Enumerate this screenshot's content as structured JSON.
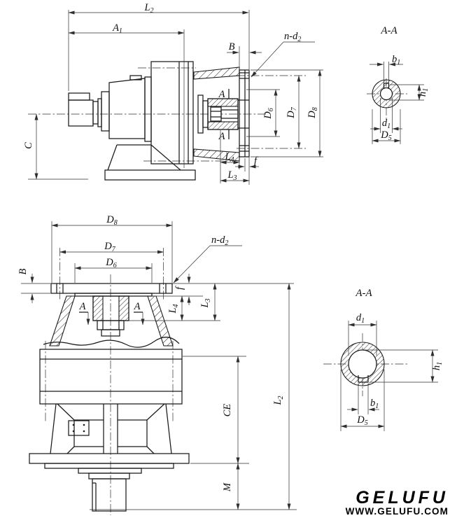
{
  "colors": {
    "background": "#ffffff",
    "line": "#1a1a1a",
    "dim_line": "#2e2e2e",
    "logo": "#000000"
  },
  "labels": {
    "L2": {
      "b": "L",
      "s": "2"
    },
    "A1": {
      "b": "A",
      "s": "1"
    },
    "B": {
      "b": "B",
      "s": ""
    },
    "C": {
      "b": "C",
      "s": ""
    },
    "n_d2": {
      "b": "n-d",
      "s": "2"
    },
    "D6": {
      "b": "D",
      "s": "6"
    },
    "D7": {
      "b": "D",
      "s": "7"
    },
    "D8": {
      "b": "D",
      "s": "8"
    },
    "L4": {
      "b": "L",
      "s": "4"
    },
    "L3": {
      "b": "L",
      "s": "3"
    },
    "f": {
      "b": "f",
      "s": ""
    },
    "b1": {
      "b": "b",
      "s": "1"
    },
    "h1": {
      "b": "h",
      "s": "1"
    },
    "d1": {
      "b": "d",
      "s": "1"
    },
    "D5": {
      "b": "D",
      "s": "5"
    },
    "CE": {
      "b": "CE",
      "s": ""
    },
    "M": {
      "b": "M",
      "s": ""
    },
    "section_title": {
      "b": "A-A",
      "s": ""
    },
    "section_cut": {
      "b": "A",
      "s": ""
    }
  },
  "brand": {
    "name": "GELUFU",
    "website": "WWW.GELUFU.COM"
  }
}
